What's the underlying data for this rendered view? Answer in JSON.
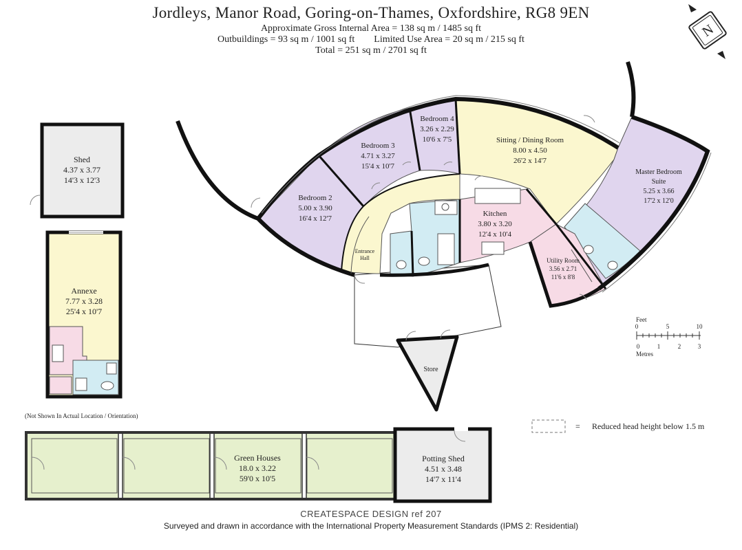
{
  "header": {
    "title": "Jordleys, Manor Road, Goring-on-Thames, Oxfordshire, RG8 9EN",
    "line1": "Approximate Gross Internal Area = 138 sq m / 1485 sq ft",
    "line2": "Outbuildings = 93 sq m / 1001 sq ft        Limited Use Area = 20 sq m / 215 sq ft",
    "line3": "Total = 251 sq m /  2701 sq ft"
  },
  "compass": {
    "letter": "N"
  },
  "rooms": {
    "shed": {
      "name": "Shed",
      "metric": "4.37 x 3.77",
      "imperial": "14'3 x 12'3"
    },
    "annexe": {
      "name": "Annexe",
      "metric": "7.77 x 3.28",
      "imperial": "25'4 x 10'7"
    },
    "bedroom2": {
      "name": "Bedroom 2",
      "metric": "5.00 x 3.90",
      "imperial": "16'4 x 12'7"
    },
    "bedroom3": {
      "name": "Bedroom 3",
      "metric": "4.71 x 3.27",
      "imperial": "15'4 x 10'7"
    },
    "bedroom4": {
      "name": "Bedroom 4",
      "metric": "3.26 x 2.29",
      "imperial": "10'6 x 7'5"
    },
    "sitting": {
      "name": "Sitting / Dining Room",
      "metric": "8.00 x 4.50",
      "imperial": "26'2 x 14'7"
    },
    "master": {
      "name1": "Master Bedroom",
      "name2": "Suite",
      "metric": "5.25 x 3.66",
      "imperial": "17'2 x 12'0"
    },
    "kitchen": {
      "name": "Kitchen",
      "metric": "3.80 x 3.20",
      "imperial": "12'4 x 10'4"
    },
    "hall": {
      "name1": "Entrance",
      "name2": "Hall"
    },
    "utility": {
      "name": "Utility Room",
      "metric": "3.56 x 2.71",
      "imperial": "11'6 x 8'8"
    },
    "store": {
      "name": "Store"
    },
    "greenhouses": {
      "name": "Green Houses",
      "metric": "18.0 x 3.22",
      "imperial": "59'0 x 10'5"
    },
    "potting": {
      "name": "Potting Shed",
      "metric": "4.51 x 3.48",
      "imperial": "14'7 x 11'4"
    }
  },
  "note": "(Not Shown In Actual Location / Orientation)",
  "legend": {
    "equals": "=",
    "text": "Reduced head height below 1.5 m"
  },
  "scale": {
    "feet_label": "Feet",
    "feet_ticks": [
      "0",
      "5",
      "10"
    ],
    "metres_label": "Metres",
    "metres_ticks": [
      "0",
      "1",
      "2",
      "3"
    ]
  },
  "colors": {
    "bedroom": "#e0d5ee",
    "living": "#fbf7cf",
    "kitchen": "#f7dbe6",
    "bathroom": "#d2ecf3",
    "outbuilding": "#ececec",
    "greenhouse": "#e6f0cd",
    "wall": "#111111"
  },
  "footer": {
    "brand": "CREATESPACE DESIGN ref 207",
    "survey": "Surveyed and drawn in accordance with the International Property Measurement Standards (IPMS 2: Residential)"
  }
}
